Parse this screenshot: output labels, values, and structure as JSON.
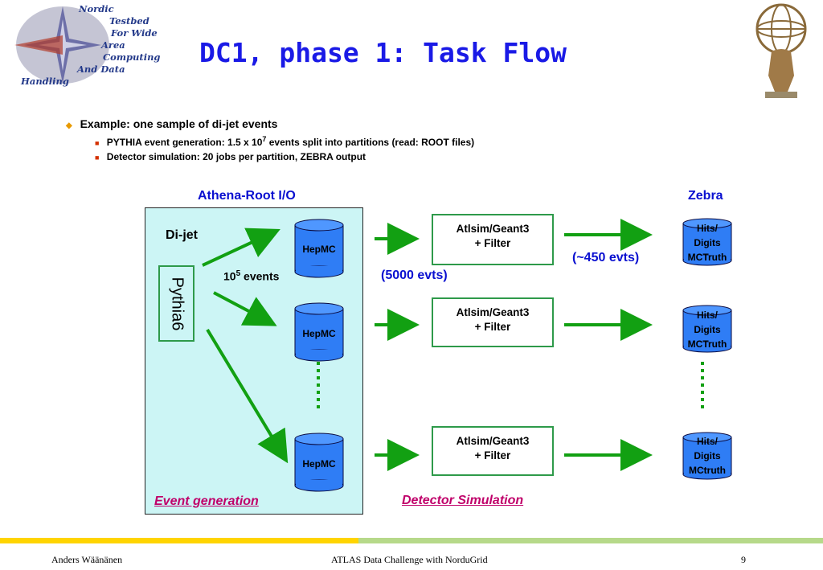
{
  "logo": {
    "lines": [
      "Nordic",
      "Testbed",
      "For  Wide",
      "Area",
      "Computing",
      "And  Data",
      "Handling"
    ]
  },
  "title": "DC1, phase 1: Task Flow",
  "bullets": {
    "main": "Example: one sample of di-jet events",
    "sub1_pre": "PYTHIA event generation: 1.5 x 10",
    "sub1_sup": "7",
    "sub1_post": " events split into partitions (read: ROOT files)",
    "sub2": "Detector simulation: 20 jobs per partition, ZEBRA output"
  },
  "diagram": {
    "athena_label": "Athena-Root I/O",
    "zebra_label": "Zebra",
    "dijet_label": "Di-jet",
    "pythia_label": "Pythia6",
    "events_pre": "10",
    "events_sup": "5",
    "events_post": " events",
    "hepmc_label": "HepMC",
    "sim_line1": "Atlsim/Geant3",
    "sim_line2": "+ Filter",
    "evts_5000": "(5000 evts)",
    "evts_450": "(~450 evts)",
    "hits_rows": [
      [
        "Hits/",
        "Digits",
        "MCTruth"
      ],
      [
        "Hits/",
        "Digits",
        "MCTruth"
      ],
      [
        "Hits/",
        "Digits",
        "MCtruth"
      ]
    ],
    "event_generation": "Event generation",
    "detector_simulation": "Detector Simulation"
  },
  "colors": {
    "title": "#1a1ae6",
    "cylinder": "#2f7df5",
    "arrow": "#12a012",
    "gen_box": "#ccf5f5",
    "footer_yellow": "#ffd400",
    "footer_green": "#b6d98a"
  },
  "footer": {
    "author": "Anders Wäänänen",
    "center": "ATLAS Data Challenge with NorduGrid",
    "page": "9"
  }
}
